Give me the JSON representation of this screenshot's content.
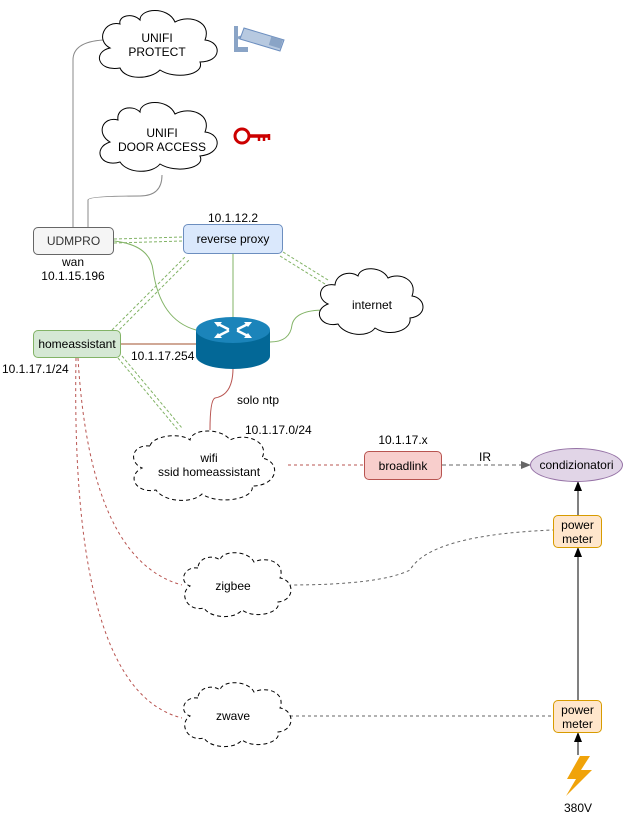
{
  "nodes": {
    "unifi_protect": {
      "label_line1": "UNIFI",
      "label_line2": "PROTECT",
      "icon": "security-camera-icon"
    },
    "unifi_door": {
      "label_line1": "UNIFI",
      "label_line2": "DOOR ACCESS",
      "icon": "key-icon"
    },
    "udmpro": {
      "label": "UDMPRO",
      "wan_label": "wan",
      "wan_ip": "10.1.15.196"
    },
    "reverse_proxy": {
      "label": "reverse proxy",
      "ip": "10.1.12.2"
    },
    "internet": {
      "label": "internet"
    },
    "homeassistant": {
      "label": "homeassistant",
      "ip": "10.1.17.1/24"
    },
    "router": {
      "ip": "10.1.17.254",
      "icon": "router-icon"
    },
    "wifi": {
      "label_line1": "wifi",
      "label_line2": "ssid homeassistant",
      "subnet": "10.1.17.0/24"
    },
    "broadlink": {
      "label": "broadlink",
      "ip": "10.1.17.x"
    },
    "condizionatori": {
      "label": "condizionatori"
    },
    "power_meter_top": {
      "label_line1": "power",
      "label_line2": "meter"
    },
    "power_meter_bottom": {
      "label_line1": "power",
      "label_line2": "meter"
    },
    "zigbee": {
      "label": "zigbee"
    },
    "zwave": {
      "label": "zwave"
    },
    "power_source": {
      "label": "380V",
      "icon": "lightning-bolt-icon"
    }
  },
  "edges": {
    "solo_ntp": "solo ntp",
    "ir": "IR"
  },
  "colors": {
    "udmpro_fill": "#f5f5f5",
    "udmpro_stroke": "#666666",
    "proxy_fill": "#dae8fc",
    "proxy_stroke": "#6c8ebf",
    "ha_fill": "#d5e8d4",
    "ha_stroke": "#82b366",
    "broadlink_fill": "#f8cecc",
    "broadlink_stroke": "#b85450",
    "cond_fill": "#e1d5e7",
    "cond_stroke": "#9673a6",
    "meter_fill": "#ffe6cc",
    "meter_stroke": "#d79b00",
    "router_blue": "#036897",
    "green_line": "#82b366",
    "red_line": "#b85450",
    "gray_line": "#666666"
  }
}
